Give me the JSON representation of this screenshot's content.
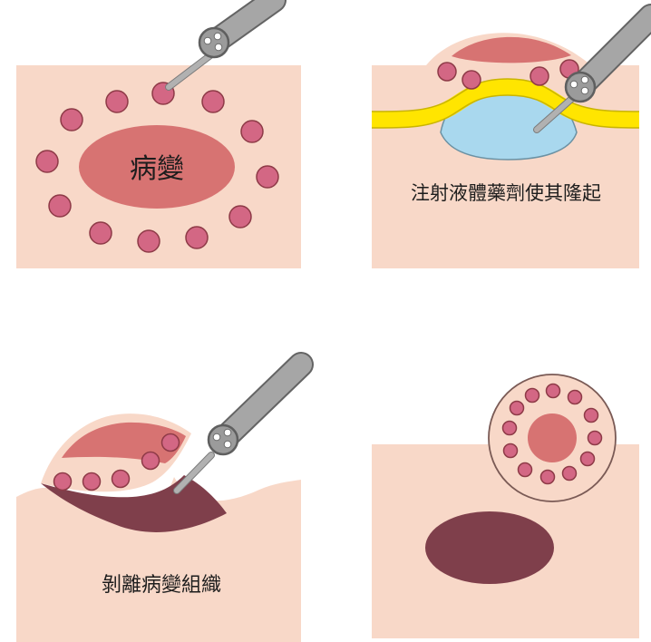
{
  "panels": {
    "panel1": {
      "lesion_label": "病變"
    },
    "panel2": {
      "caption": "注射液體藥劑使其隆起"
    },
    "panel3": {
      "caption": "剝離病變組織"
    }
  },
  "colors": {
    "tissue": "#f8d8c8",
    "lesion": "#d77372",
    "marker_dot": "#d36784",
    "fluid": "#a9d8ee",
    "submucosal_layer": "#ffe500",
    "excised_area": "#7f3f4b",
    "endoscope": "#a6a6a6"
  },
  "icons": {
    "instrument": "endoscope-icon",
    "injection": "needle-icon"
  }
}
